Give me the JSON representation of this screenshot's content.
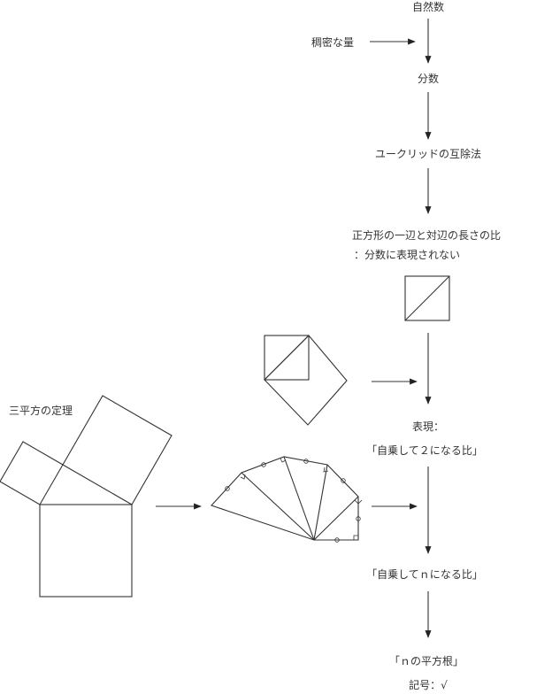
{
  "labels": {
    "natural_numbers": "自然数",
    "dense_quantity": "稠密な量",
    "fractions": "分数",
    "euclid": "ユークリッドの互除法",
    "ratio_line1": "正方形の一辺と対辺の長さの比",
    "ratio_line2": "：分数に表現されない",
    "expression": "表現：",
    "square_two": "「自乗して２になる比」",
    "square_n": "「自乗してｎになる比」",
    "sqrt_n": "「ｎの平方根」",
    "symbol": "記号：√",
    "pythagoras": "三平方の定理"
  }
}
